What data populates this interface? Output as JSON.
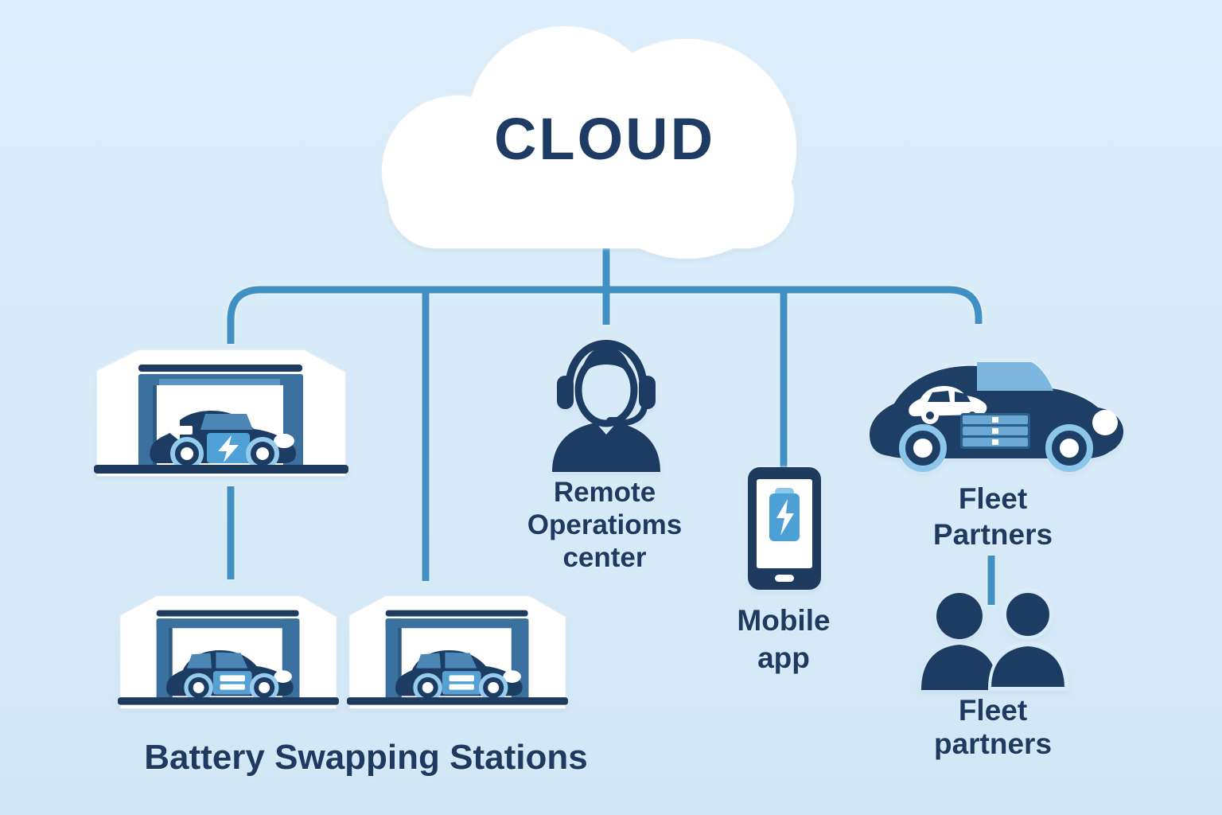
{
  "diagram": {
    "title": "CLOUD",
    "type": "hub-and-spoke architecture diagram"
  },
  "cloud": {
    "label": "CLOUD"
  },
  "nodes": {
    "battery_stations": {
      "label": "Battery Swapping Stations",
      "station_count": 3
    },
    "remote_ops": {
      "line1": "Remote",
      "line2": "Operatioms",
      "line3": "center"
    },
    "mobile_app": {
      "line1": "Mobile",
      "line2": "app"
    },
    "fleet_partners_car": {
      "line1": "Fleet",
      "line2": "Partners"
    },
    "fleet_partners_people": {
      "line1": "Fleet",
      "line2": "partners"
    }
  },
  "icons": {
    "cloud": "white cloud shape",
    "battery_swap_station": "garage canopy with electric car and battery panel",
    "headset_agent": "person wearing headset with microphone",
    "smartphone": "phone with charging battery and lightning bolt on screen",
    "fleet_car": "large car with small car decal and battery rack panel",
    "two_people": "two person silhouettes"
  },
  "colors": {
    "background": "#d7eaf8",
    "connector_blue": "#4190c4",
    "dark_navy": "#1e3a5f",
    "portal_steel": "#3a719f",
    "window_blue": "#4c86b4",
    "battery_blue": "#4fa0d6",
    "wheel_ring_blue": "#95cbec",
    "fleet_window_blue": "#7db7e0",
    "text_navy": "#1f3a60",
    "cloud_white": "#ffffff"
  }
}
